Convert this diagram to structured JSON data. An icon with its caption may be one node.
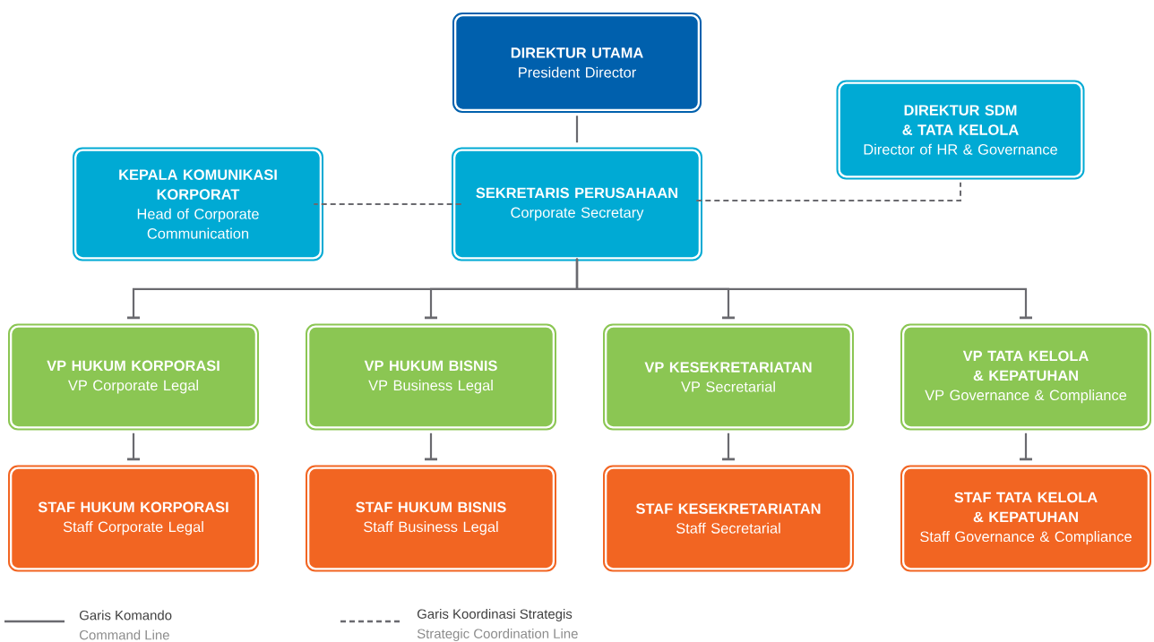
{
  "diagram": {
    "nodes": [
      {
        "text": [
          "DIREKTUR UTAMA",
          "President Director"
        ]
      },
      {
        "text": [
          "DIREKTUR SDM & TATA KELOLA",
          "Director of HR & Governance"
        ]
      },
      {
        "text": [
          "KEPALA KOMUNIKASI KORPORAT",
          "Head of Corporate Communication"
        ]
      },
      {
        "text": [
          "SEKRETARIS PERUSAHAAN",
          "Corporate Secretary"
        ]
      },
      {
        "text": [
          "VP HUKUM KORPORASI",
          "VP Corporate Legal"
        ]
      },
      {
        "text": [
          "VP HUKUM BISNIS",
          "VP Business Legal"
        ]
      },
      {
        "text": [
          "VP KESEKRETARIATAN",
          "VP Secretarial"
        ]
      },
      {
        "text": [
          "VP TATA KELOLA & KEPATUHAN",
          "VP Governance & Compliance"
        ]
      },
      {
        "text": [
          "STAF HUKUM KORPORASI",
          "Staff Corporate Legal"
        ]
      },
      {
        "text": [
          "STAF HUKUM BISNIS",
          "Staff Business Legal"
        ]
      },
      {
        "text": [
          "STAF KESEKRETARIATAN",
          "Staff Secretarial"
        ]
      },
      {
        "text": [
          "STAF TATA KELOLA & KEPATUHAN",
          "Staff Governance & Compliance"
        ]
      }
    ],
    "edges": [
      {
        "from": 0,
        "to": 3,
        "arrow": "none"
      },
      {
        "from": 3,
        "to": 2,
        "arrow": "none",
        "style": "dashed"
      },
      {
        "from": 3,
        "to": 1,
        "arrow": "none",
        "style": "dashed"
      },
      {
        "from": 3,
        "to": 4,
        "arrow": "other"
      },
      {
        "from": 3,
        "to": 5,
        "arrow": "other"
      },
      {
        "from": 3,
        "to": 6,
        "arrow": "other"
      },
      {
        "from": 3,
        "to": 7,
        "arrow": "other"
      },
      {
        "from": 4,
        "to": 8,
        "arrow": "other"
      },
      {
        "from": 5,
        "to": 9,
        "arrow": "other"
      },
      {
        "from": 6,
        "to": 10,
        "arrow": "other"
      },
      {
        "from": 7,
        "to": 11,
        "arrow": "other"
      }
    ],
    "labels": [
      "Command Line",
      "Strategic Coordination Line"
    ],
    "legend": [
      {
        "text": "Garis Komando"
      },
      {
        "text": "Garis Koordinasi Strategis"
      }
    ]
  }
}
